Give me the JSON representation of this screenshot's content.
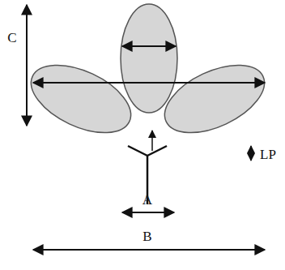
{
  "diagram": {
    "labels": [
      "C",
      "LP",
      "A",
      "B"
    ]
  }
}
